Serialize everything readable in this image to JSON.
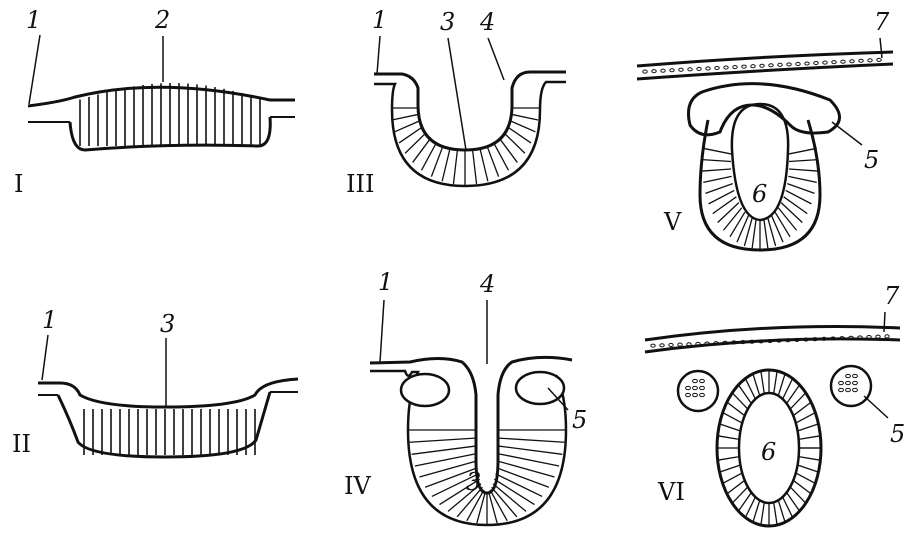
{
  "figure": {
    "stages": [
      "I",
      "II",
      "III",
      "IV",
      "V",
      "VI"
    ],
    "labels": {
      "n1": "1",
      "n2": "2",
      "n3": "3",
      "n4": "4",
      "n5": "5",
      "n6": "6",
      "n7": "7"
    }
  },
  "colors": {
    "ink": "#111111",
    "background": "#ffffff"
  }
}
